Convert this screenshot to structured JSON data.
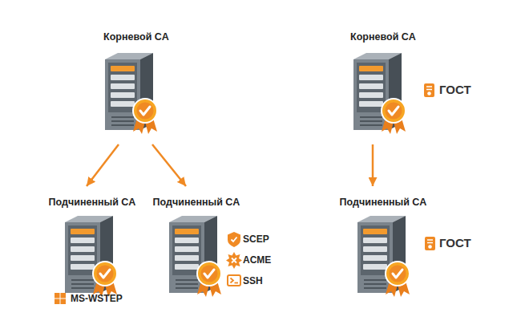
{
  "diagram": {
    "nodes": [
      {
        "text": [
          "Корневой CA"
        ]
      },
      {
        "text": [
          "Корневой CA",
          "ГОСТ"
        ]
      },
      {
        "text": [
          "Подчиненный CA",
          "MS-WSTEP"
        ]
      },
      {
        "text": [
          "Подчиненный CA",
          "SCEP",
          "ACME",
          "SSH"
        ]
      },
      {
        "text": [
          "Подчиненный CA",
          "ГОСТ"
        ]
      }
    ],
    "edges": [
      {
        "from": 0,
        "to": 2,
        "arrow": "to"
      },
      {
        "from": 0,
        "to": 3,
        "arrow": "to"
      },
      {
        "from": 1,
        "to": 4,
        "arrow": "to"
      }
    ]
  }
}
